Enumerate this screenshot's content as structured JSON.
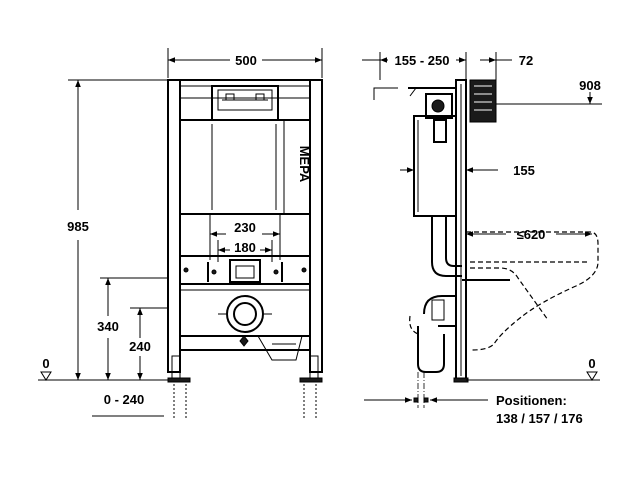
{
  "front_view": {
    "width_label": "500",
    "height_label": "985",
    "inner_label_1": "230",
    "inner_label_2": "180",
    "height_340": "340",
    "height_240": "240",
    "zero_label": "0",
    "feet_range": "0 - 240",
    "brand": "MEPA"
  },
  "side_view": {
    "depth_range": "155 - 250",
    "depth_72": "72",
    "height_908": "908",
    "offset_155": "155",
    "bowl_label": "≤620",
    "zero_label": "0",
    "positions_title": "Positionen:",
    "positions_values": "138 / 157 / 176"
  }
}
